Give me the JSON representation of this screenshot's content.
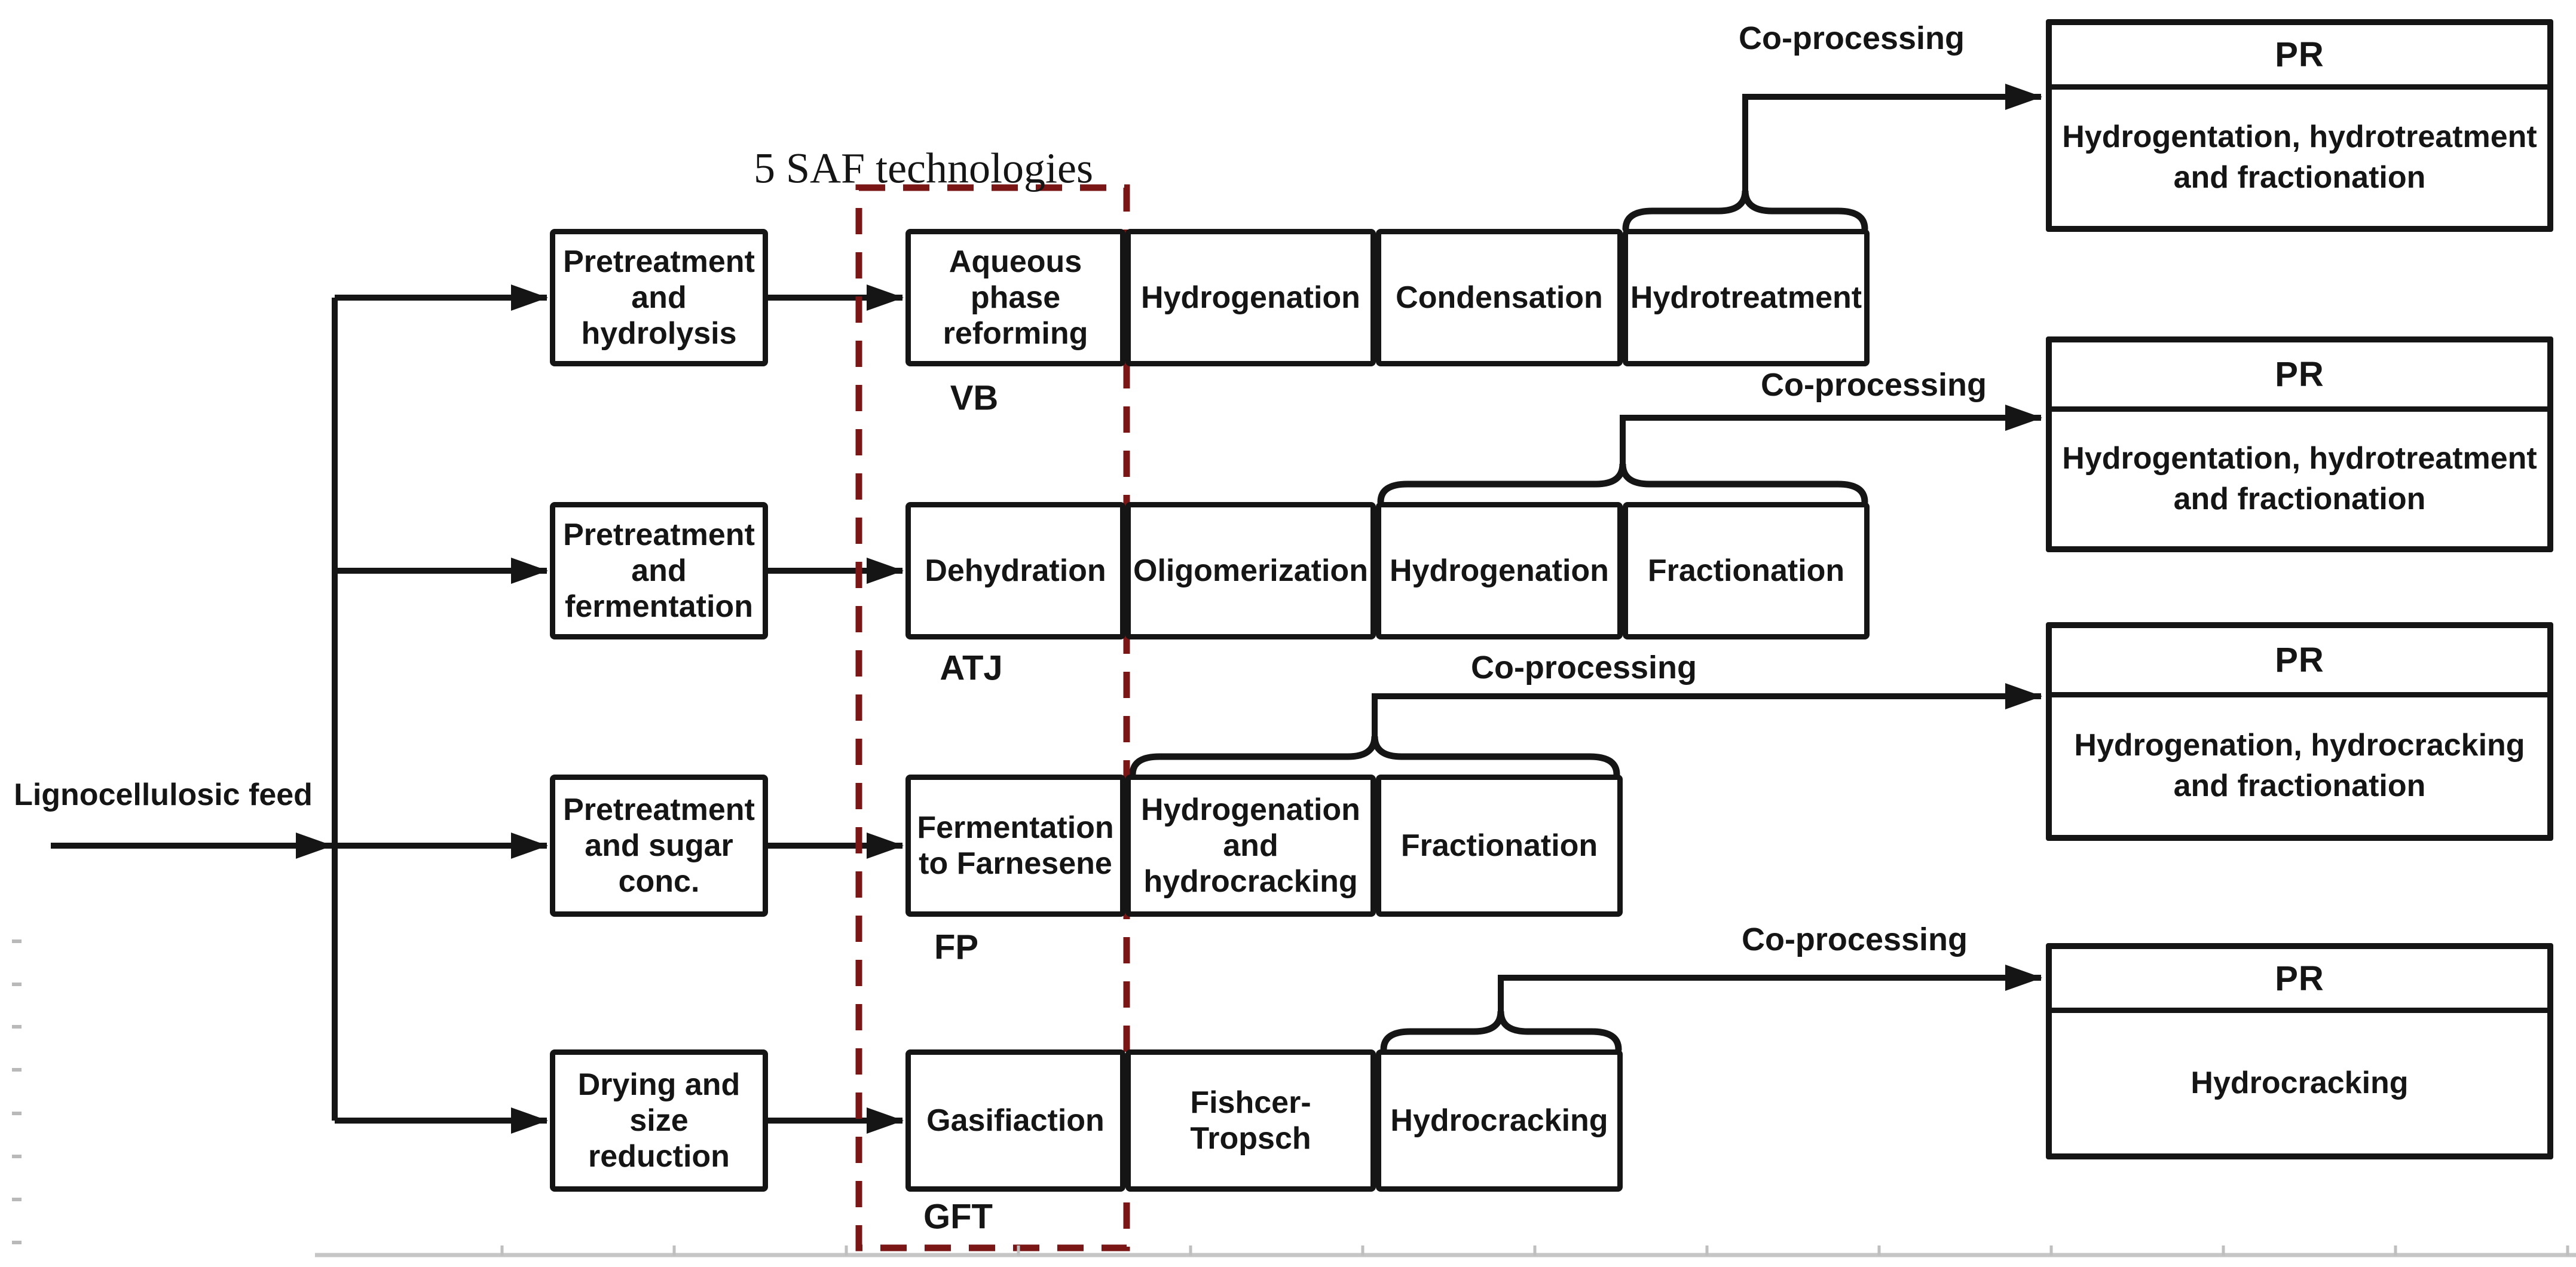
{
  "title": "5 SAF technologies",
  "feed_label": "Lignocellulosic feed",
  "rows": [
    {
      "tag": "VB",
      "pretreatment": "Pretreatment\nand\nhydrolysis",
      "tech": "Aqueous\nphase\nreforming",
      "steps": [
        "Hydrogenation",
        "Condensation",
        "Hydrotreatment"
      ],
      "coprocessing": "Co-processing",
      "pr_title": "PR",
      "pr_body": "Hydrogentation, hydrotreatment\nand fractionation"
    },
    {
      "tag": "ATJ",
      "pretreatment": "Pretreatment\nand\nfermentation",
      "tech": "Dehydration",
      "steps": [
        "Oligomerization",
        "Hydrogenation",
        "Fractionation"
      ],
      "coprocessing": "Co-processing",
      "pr_title": "PR",
      "pr_body": "Hydrogentation, hydrotreatment\nand fractionation"
    },
    {
      "tag": "FP",
      "pretreatment": "Pretreatment\nand sugar\nconc.",
      "tech": "Fermentation\nto Farnesene",
      "steps": [
        "Hydrogenation\nand\nhydrocracking",
        "Fractionation"
      ],
      "coprocessing": "Co-processing",
      "pr_title": "PR",
      "pr_body": "Hydrogenation, hydrocracking\nand fractionation"
    },
    {
      "tag": "GFT",
      "pretreatment": "Drying and\nsize reduction",
      "tech": "Gasifiaction",
      "steps": [
        "Fishcer-Tropsch",
        "Hydrocracking"
      ],
      "coprocessing": "Co-processing",
      "pr_title": "PR",
      "pr_body": "Hydrocracking"
    }
  ],
  "colors": {
    "line": "#151515",
    "dashed_box": "#7a1616",
    "ruler": "#c6c6c6"
  }
}
